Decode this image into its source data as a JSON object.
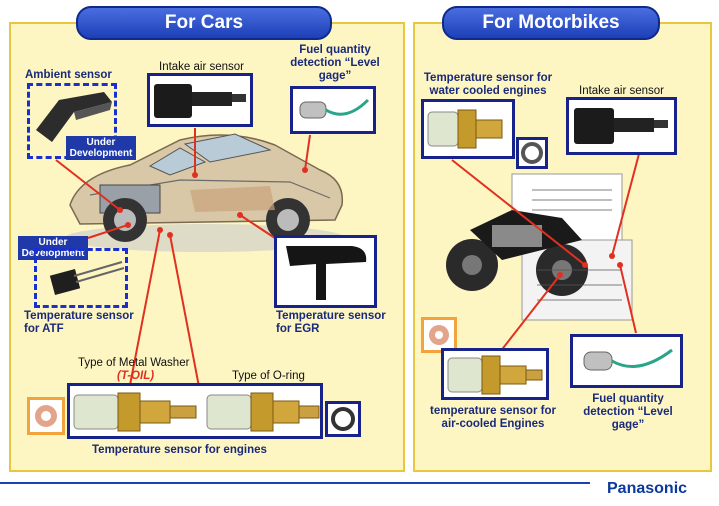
{
  "cars": {
    "title": "For Cars",
    "ambient_sensor": "Ambient sensor",
    "under_development_1": "Under Development",
    "intake_air_sensor": "Intake air sensor",
    "fuel_quantity": "Fuel quantity detection “Level gage”",
    "under_development_2": "Under Development",
    "temp_sensor_atf": "Temperature sensor for ATF",
    "temp_sensor_egr": "Temperature sensor for EGR",
    "metal_washer": "Type of Metal Washer",
    "t_oil": "(T-OIL)",
    "o_ring": "Type of O-ring",
    "engines": "Temperature sensor for engines"
  },
  "motorbikes": {
    "title": "For Motorbikes",
    "temp_water": "Temperature sensor for water cooled engines",
    "intake_air_sensor": "Intake air sensor",
    "temp_air": "temperature sensor for air-cooled Engines",
    "fuel_quantity": "Fuel quantity detection “Level gage”"
  },
  "brand": "Panasonic",
  "colors": {
    "panel_bg": "#fdf5c2",
    "title_blue": "#1d3fb8",
    "link_red": "#e03020",
    "brand_blue": "#0b3a9c"
  }
}
